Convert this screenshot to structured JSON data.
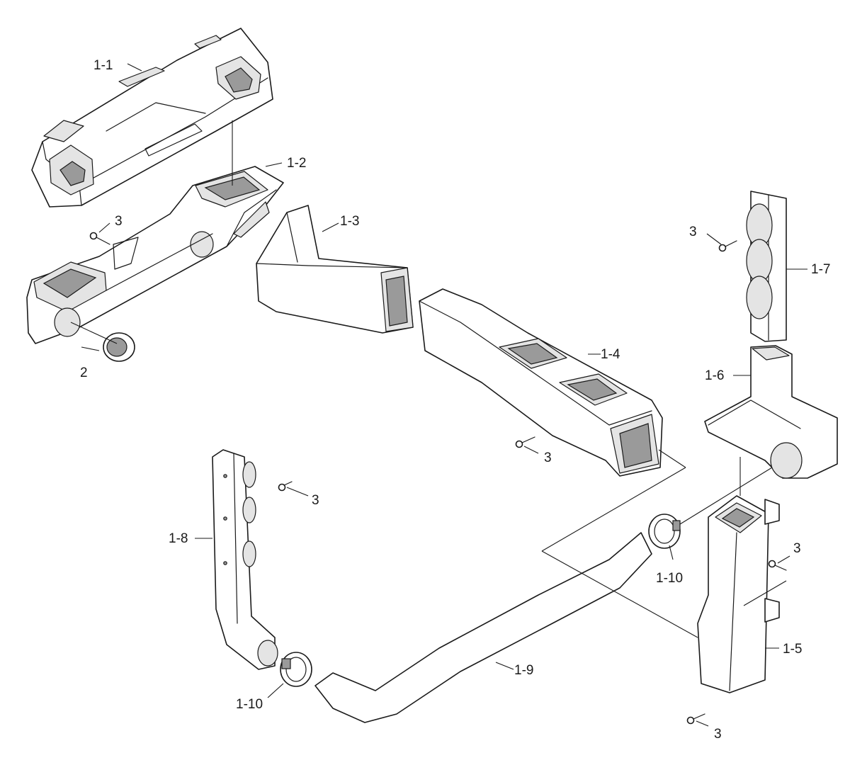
{
  "labels": {
    "l_1_1": "1-1",
    "l_1_2": "1-2",
    "l_1_3": "1-3",
    "l_1_4": "1-4",
    "l_1_5": "1-5",
    "l_1_6": "1-6",
    "l_1_7": "1-7",
    "l_1_8": "1-8",
    "l_1_9": "1-9",
    "l_1_10a": "1-10",
    "l_1_10b": "1-10",
    "l_2": "2",
    "l_3a": "3",
    "l_3b": "3",
    "l_3c": "3",
    "l_3d": "3",
    "l_3e": "3",
    "l_3f": "3"
  },
  "colors": {
    "line": "#1a1a1a",
    "background": "#ffffff"
  }
}
